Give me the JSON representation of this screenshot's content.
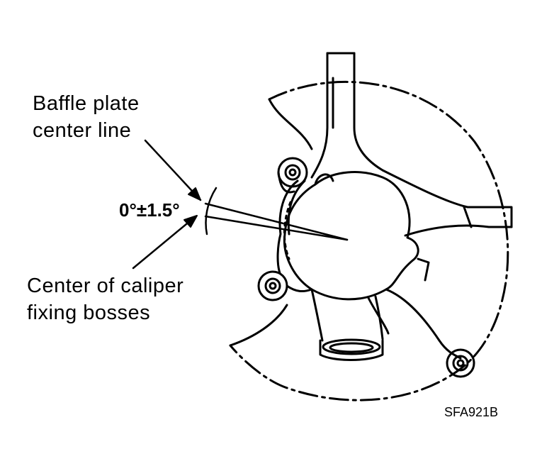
{
  "labels": {
    "baffle_line1": "Baffle plate",
    "baffle_line2": "center line",
    "caliper_line1": "Center of caliper",
    "caliper_line2": "fixing bosses",
    "angle": "0°±1.5°",
    "figure_code": "SFA921B"
  },
  "icons": {
    "arrow": "arrowhead",
    "bolt_hole": "circle-ring"
  },
  "colors": {
    "ink": "#000000",
    "paper": "#ffffff"
  }
}
